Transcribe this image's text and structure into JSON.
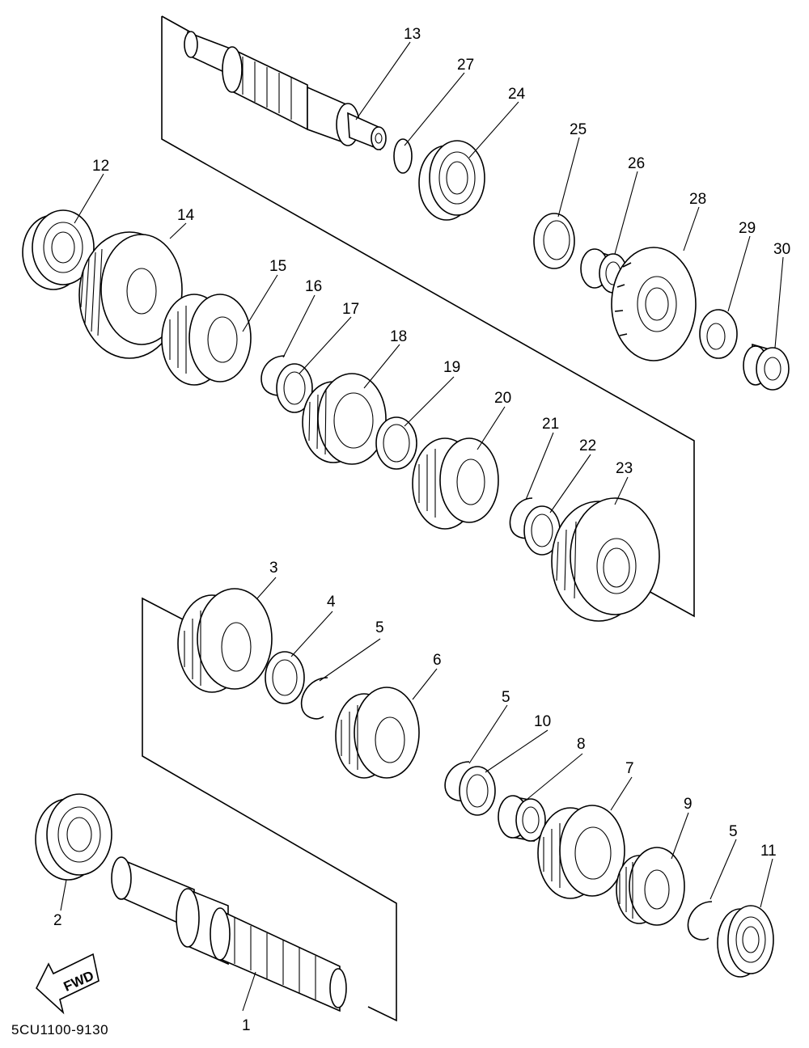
{
  "diagram": {
    "drawing_code": "5CU1100-9130",
    "fwd_label": "FWD",
    "callouts": [
      "1",
      "2",
      "3",
      "4",
      "5",
      "6",
      "7",
      "8",
      "9",
      "10",
      "11",
      "12",
      "13",
      "14",
      "15",
      "16",
      "17",
      "18",
      "19",
      "20",
      "21",
      "22",
      "23",
      "24",
      "25",
      "26",
      "27",
      "28",
      "29",
      "30"
    ]
  }
}
